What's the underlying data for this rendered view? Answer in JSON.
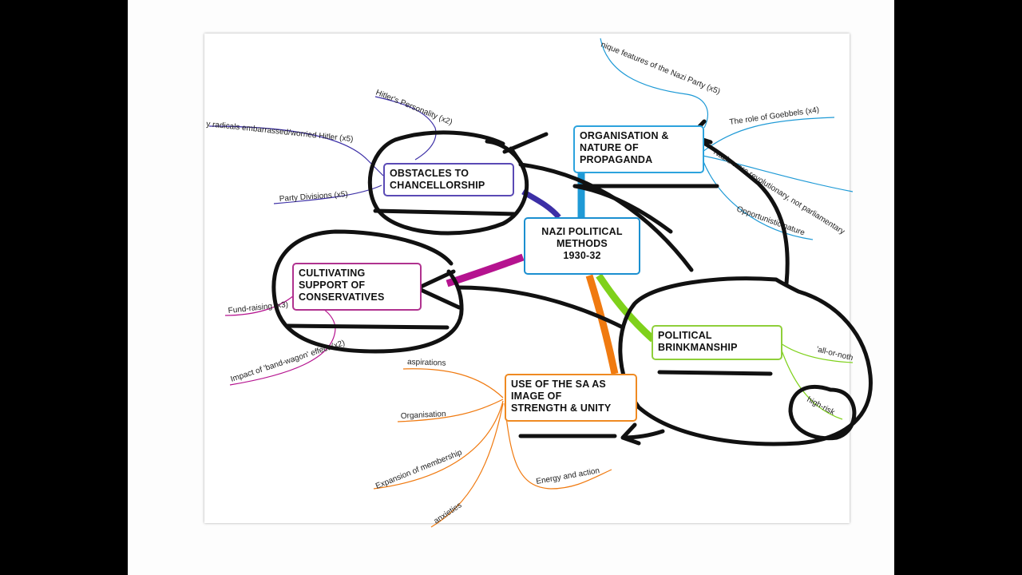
{
  "title": {
    "lines": [
      "NAZI POLITICAL",
      "METHODS",
      "1930-32"
    ]
  },
  "branches": {
    "obstacles": {
      "lines": [
        "OBSTACLES TO",
        "CHANCELLORSHIP"
      ],
      "color": "#3c2fa6",
      "subtopics": [
        "Hitler's Personality (x2)",
        "y radicals embarrassed/worried Hitler (x5)",
        "Party Divisions (x5)"
      ]
    },
    "organisation": {
      "lines": [
        "ORGANISATION &",
        "NATURE OF",
        "PROPAGANDA"
      ],
      "color": "#1f9ad6",
      "subtopics": [
        "nique features of the Nazi Party (x5)",
        "The role of Goebbels (x4)",
        "Nazis were revolutionary, not parliamentary",
        "Opportunistic nature"
      ]
    },
    "cultivating": {
      "lines": [
        "CULTIVATING",
        "SUPPORT OF",
        "CONSERVATIVES"
      ],
      "color": "#b5138f",
      "subtopics": [
        "Fund-raising (x3)",
        "Impact of 'band-wagon' effect (x2)"
      ]
    },
    "political": {
      "lines": [
        "POLITICAL",
        "BRINKMANSHIP"
      ],
      "color": "#7fd11b",
      "subtopics": [
        "'all-or-noth",
        "high-risk"
      ]
    },
    "sa": {
      "lines": [
        "USE OF THE SA AS",
        "IMAGE OF",
        "STRENGTH & UNITY"
      ],
      "color": "#f07a10",
      "subtopics": [
        "aspirations",
        "Organisation",
        "Expansion of membership",
        "anxieties",
        "Energy and action"
      ]
    }
  },
  "colors": {
    "ink": "#111111",
    "sheet": "#ffffff",
    "background": "#000000"
  }
}
